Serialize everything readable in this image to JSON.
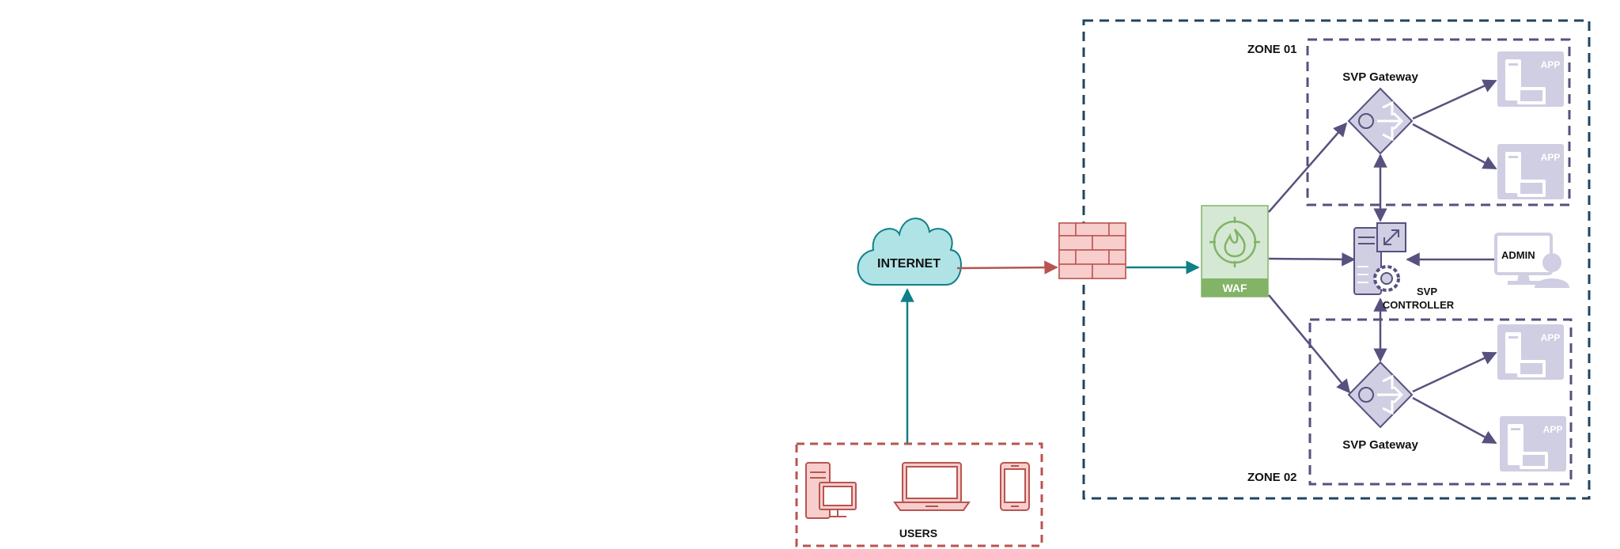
{
  "labels": {
    "internet": "INTERNET",
    "users": "USERS",
    "waf": "WAF",
    "zone1": "ZONE 01",
    "zone2": "ZONE 02",
    "gateway1": "SVP Gateway",
    "gateway2": "SVP Gateway",
    "controller_line1": "SVP",
    "controller_line2": "CONTROLLER",
    "admin": "ADMIN",
    "app": "APP"
  },
  "colors": {
    "users_border": "#b85450",
    "users_fill": "#f8cecc",
    "cloud_fill": "#b0e3e6",
    "cloud_stroke": "#0e8088",
    "firewall_fill": "#f8cecc",
    "firewall_stroke": "#b85450",
    "waf_fill": "#d5e8d4",
    "waf_accent": "#82b366",
    "outer_zone": "#23445d",
    "zone_border": "#56517e",
    "gateway_fill": "#d0cee2",
    "app_fill": "#d0cee2",
    "arrow_red": "#b85450",
    "arrow_teal": "#0e8088",
    "arrow_purple": "#56517e"
  },
  "icons": [
    "desktop-icon",
    "laptop-icon",
    "mobile-icon",
    "cloud-icon",
    "firewall-icon",
    "waf-icon",
    "gateway-icon",
    "controller-icon",
    "admin-icon",
    "app-server-icon"
  ]
}
